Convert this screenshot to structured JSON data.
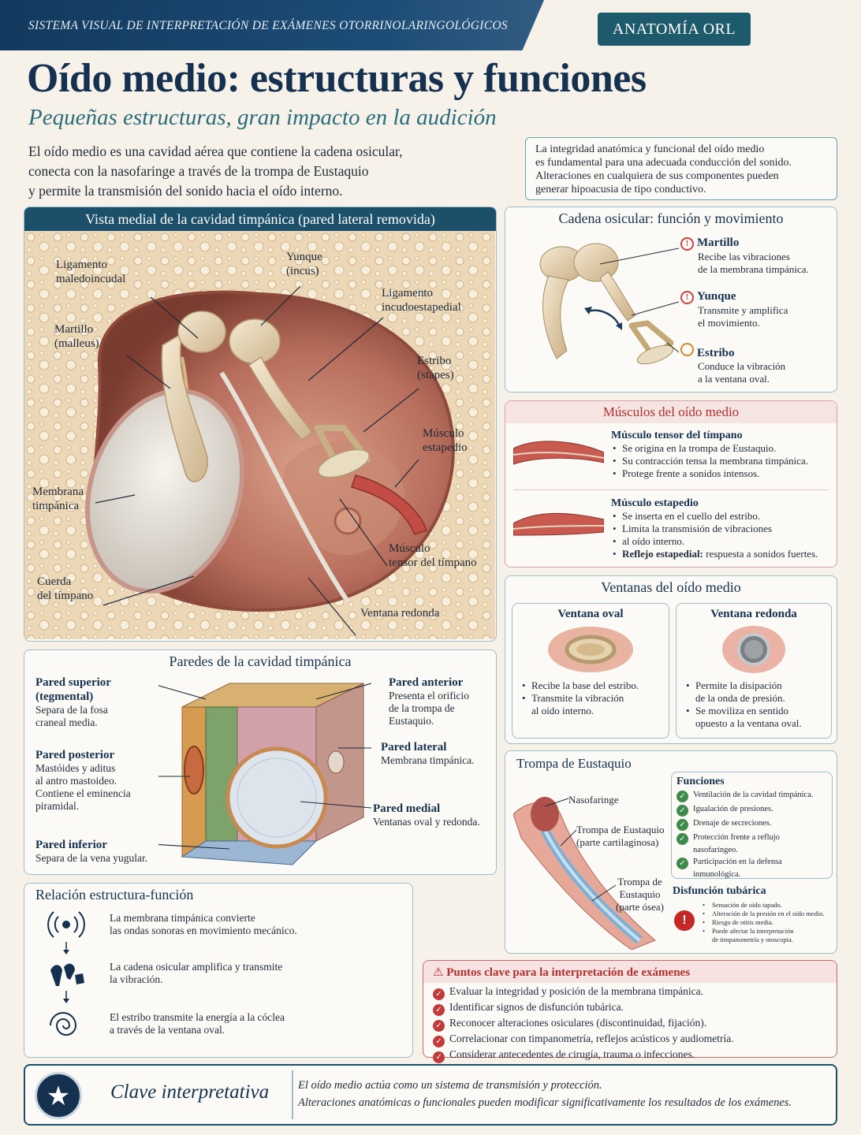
{
  "header": {
    "banner": "SISTEMA VISUAL DE INTERPRETACIÓN DE EXÁMENES OTORRINOLARINGOLÓGICOS",
    "badge": "ANATOMÍA ORL",
    "title": "Oído medio: estructuras y funciones",
    "subtitle": "Pequeñas estructuras, gran impacto en la audición",
    "intro": [
      "El oído medio es una cavidad aérea que contiene la cadena osicular,",
      "conecta con la nasofaringe a través de la trompa de Eustaquio",
      "y permite la transmisión del sonido hacia el oído interno."
    ],
    "intro_box": [
      "La integridad anatómica y funcional del oído medio",
      "es fundamental para una adecuada conducción del sonido.",
      "Alteraciones en cualquiera de sus componentes pueden",
      "generar hipoacusia de tipo conductivo."
    ]
  },
  "medial_view": {
    "title": "Vista medial de la cavidad timpánica (pared lateral removida)",
    "labels": {
      "ligamento_maleo": [
        "Ligamento",
        "maledoincudal"
      ],
      "yunque": [
        "Yunque",
        "(incus)"
      ],
      "ligamento_incudo": [
        "Ligamento",
        "incudoestapedial"
      ],
      "martillo": [
        "Martillo",
        "(malleus)"
      ],
      "estribo": [
        "Estribo",
        "(stapes)"
      ],
      "musculo_estapedio": [
        "Músculo",
        "estapedio"
      ],
      "membrana": [
        "Membrana",
        "timpánica"
      ],
      "musculo_tensor": [
        "Músculo",
        "tensor del tímpano"
      ],
      "cuerda": [
        "Cuerda",
        "del tímpano"
      ],
      "ventana_redonda": "Ventana redonda"
    }
  },
  "ossicles": {
    "title": "Cadena osicular: función y movimiento",
    "items": [
      {
        "name": "Martillo",
        "desc": [
          "Recibe las vibraciones",
          "de la membrana timpánica."
        ]
      },
      {
        "name": "Yunque",
        "desc": [
          "Transmite y amplifica",
          "el movimiento."
        ]
      },
      {
        "name": "Estribo",
        "desc": [
          "Conduce la vibración",
          "a la ventana oval."
        ]
      }
    ]
  },
  "muscles": {
    "title": "Músculos del oído medio",
    "tensor": {
      "name": "Músculo tensor del tímpano",
      "bullets": [
        "Se origina en la trompa de Eustaquio.",
        "Su contracción tensa la membrana timpánica.",
        "Protege frente a sonidos intensos."
      ]
    },
    "stapedius": {
      "name": "Músculo estapedio",
      "bullets": [
        "Se inserta en el cuello del estribo.",
        "Limita la transmisión de vibraciones",
        "al oído interno."
      ],
      "reflex_bold": "Reflejo estapedial:",
      "reflex_text": " respuesta a sonidos fuertes."
    }
  },
  "windows": {
    "title": "Ventanas del oído medio",
    "oval": {
      "name": "Ventana oval",
      "bullets": [
        "Recibe la base del estribo.",
        "Transmite la vibración",
        "al oído interno."
      ]
    },
    "round": {
      "name": "Ventana redonda",
      "bullets": [
        "Permite la disipación",
        "de la onda de presión.",
        "Se moviliza en sentido",
        "opuesto a la ventana oval."
      ]
    }
  },
  "walls": {
    "title": "Paredes de la cavidad timpánica",
    "superior": {
      "name": [
        "Pared superior",
        "(tegmental)"
      ],
      "desc": [
        "Separa de la fosa",
        "craneal media."
      ]
    },
    "posterior": {
      "name": "Pared posterior",
      "desc": [
        "Mastóides y aditus",
        "al antro mastoideo.",
        "Contiene el eminencia",
        "piramidal."
      ]
    },
    "inferior": {
      "name": "Pared inferior",
      "desc": "Separa de la vena yugular."
    },
    "anterior": {
      "name": "Pared anterior",
      "desc": [
        "Presenta el orificio",
        "de la trompa de",
        "Eustaquio."
      ]
    },
    "lateral": {
      "name": "Pared lateral",
      "desc": "Membrana timpánica."
    },
    "medial": {
      "name": "Pared medial",
      "desc": "Ventanas oval y redonda."
    }
  },
  "eustachian": {
    "title": "Trompa de Eustaquio",
    "labels": {
      "naso": "Nasofaringe",
      "cart": [
        "Trompa de Eustaquio",
        "(parte cartilaginosa)"
      ],
      "osea": [
        "Trompa de",
        "Eustaquio",
        "(parte ósea)"
      ]
    },
    "functions_title": "Funciones",
    "functions": [
      [
        "Ventilación de la cavidad timpánica."
      ],
      [
        "Igualación de presiones."
      ],
      [
        "Drenaje de secreciones."
      ],
      [
        "Protección frente a reflujo",
        "nasofaríngeo."
      ],
      [
        "Participación en la defensa",
        "inmunológica."
      ]
    ],
    "dysfunction_title": "Disfunción tubárica",
    "dysfunction": [
      [
        "Sensación de oído tapado."
      ],
      [
        "Alteración de la presión en el oído medio."
      ],
      [
        "Riesgo de otitis media."
      ],
      [
        "Puede afectar la interpretación",
        "de timpanometría y otoscopia."
      ]
    ]
  },
  "structure_function": {
    "title": "Relación estructura-función",
    "rows": [
      {
        "icon": "sound-wave-icon",
        "text": [
          "La membrana timpánica convierte",
          "las ondas sonoras en movimiento mecánico."
        ]
      },
      {
        "icon": "ossicle-chain-icon",
        "text": [
          "La cadena osicular amplifica y transmite",
          "la vibración."
        ]
      },
      {
        "icon": "cochlea-icon",
        "text": [
          "El estribo transmite la energía a la cóclea",
          "a través de la ventana oval."
        ]
      }
    ]
  },
  "key_points": {
    "title": "Puntos clave para la interpretación de exámenes",
    "items": [
      "Evaluar la integridad y posición de la membrana timpánica.",
      "Identificar signos de disfunción tubárica.",
      "Reconocer alteraciones osiculares (discontinuidad, fijación).",
      "Correlacionar con timpanometría, reflejos acústicos y audiometría.",
      "Considerar antecedentes de cirugía, trauma o infecciones."
    ]
  },
  "footer": {
    "label": "Clave interpretativa",
    "lines": [
      "El oído medio actúa como un sistema de transmisión y protección.",
      "Alteraciones anatómicas o funcionales pueden modificar significativamente los resultados de los exámenes."
    ]
  },
  "colors": {
    "navy": "#15314f",
    "teal": "#1c4f6a",
    "accent_red": "#b23030",
    "bone": "#e6d4b0"
  }
}
